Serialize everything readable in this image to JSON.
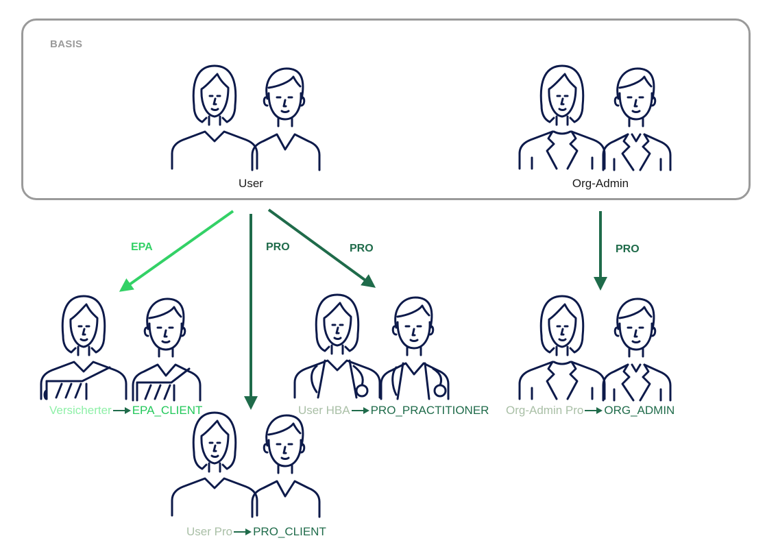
{
  "basis": {
    "label": "BASIS"
  },
  "groups": {
    "user": {
      "label": "User"
    },
    "org_admin": {
      "label": "Org-Admin"
    },
    "versicherter": {
      "name": "Versicherter",
      "role": "EPA_CLIENT"
    },
    "user_hba": {
      "name": "User HBA",
      "role": "PRO_PRACTITIONER"
    },
    "org_admin_pro": {
      "name": "Org-Admin Pro",
      "role": "ORG_ADMIN"
    },
    "user_pro": {
      "name": "User Pro",
      "role": "PRO_CLIENT"
    }
  },
  "edges": {
    "user_to_versicherter": {
      "label": "EPA"
    },
    "user_to_user_pro": {
      "label": "PRO"
    },
    "user_to_user_hba": {
      "label": "PRO"
    },
    "orgadmin_to_orgadmin_pro": {
      "label": "PRO"
    }
  },
  "colors": {
    "icon_stroke": "#0d1a4a",
    "basis_border": "#9a9a9a",
    "pro_green": "#1f6b4a",
    "epa_green": "#33d166",
    "muted_green": "#a9bfa6",
    "epa_muted": "#8ff0a8"
  },
  "icons": [
    "woman-person-icon",
    "man-person-icon",
    "woman-blazer-icon",
    "man-blazer-icon",
    "woman-arm-sling-icon",
    "man-arm-sling-icon",
    "woman-doctor-icon",
    "man-doctor-icon"
  ]
}
